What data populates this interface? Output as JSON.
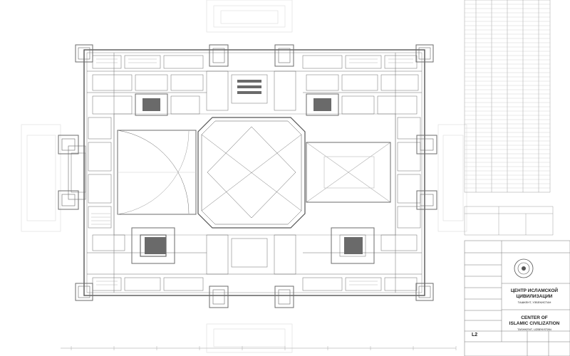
{
  "title_block": {
    "title_ru_line1": "ЦЕНТР ИСЛАМСКОЙ",
    "title_ru_line2": "ЦИВИЛИЗАЦИИ",
    "subtitle_ru": "ТАШКЕНТ, УЗБЕКИСТАН",
    "title_en_line1": "CENTER OF",
    "title_en_line2": "ISLAMIC CIVILIZATION",
    "subtitle_en": "TASHKENT, UZBEKISTAN",
    "sheet_label": "L2"
  },
  "colors": {
    "line": "#6b6b6b",
    "line_light": "#b5b5b5",
    "line_faint": "#d8d8d8",
    "hatch": "#444444",
    "paper": "#ffffff"
  }
}
